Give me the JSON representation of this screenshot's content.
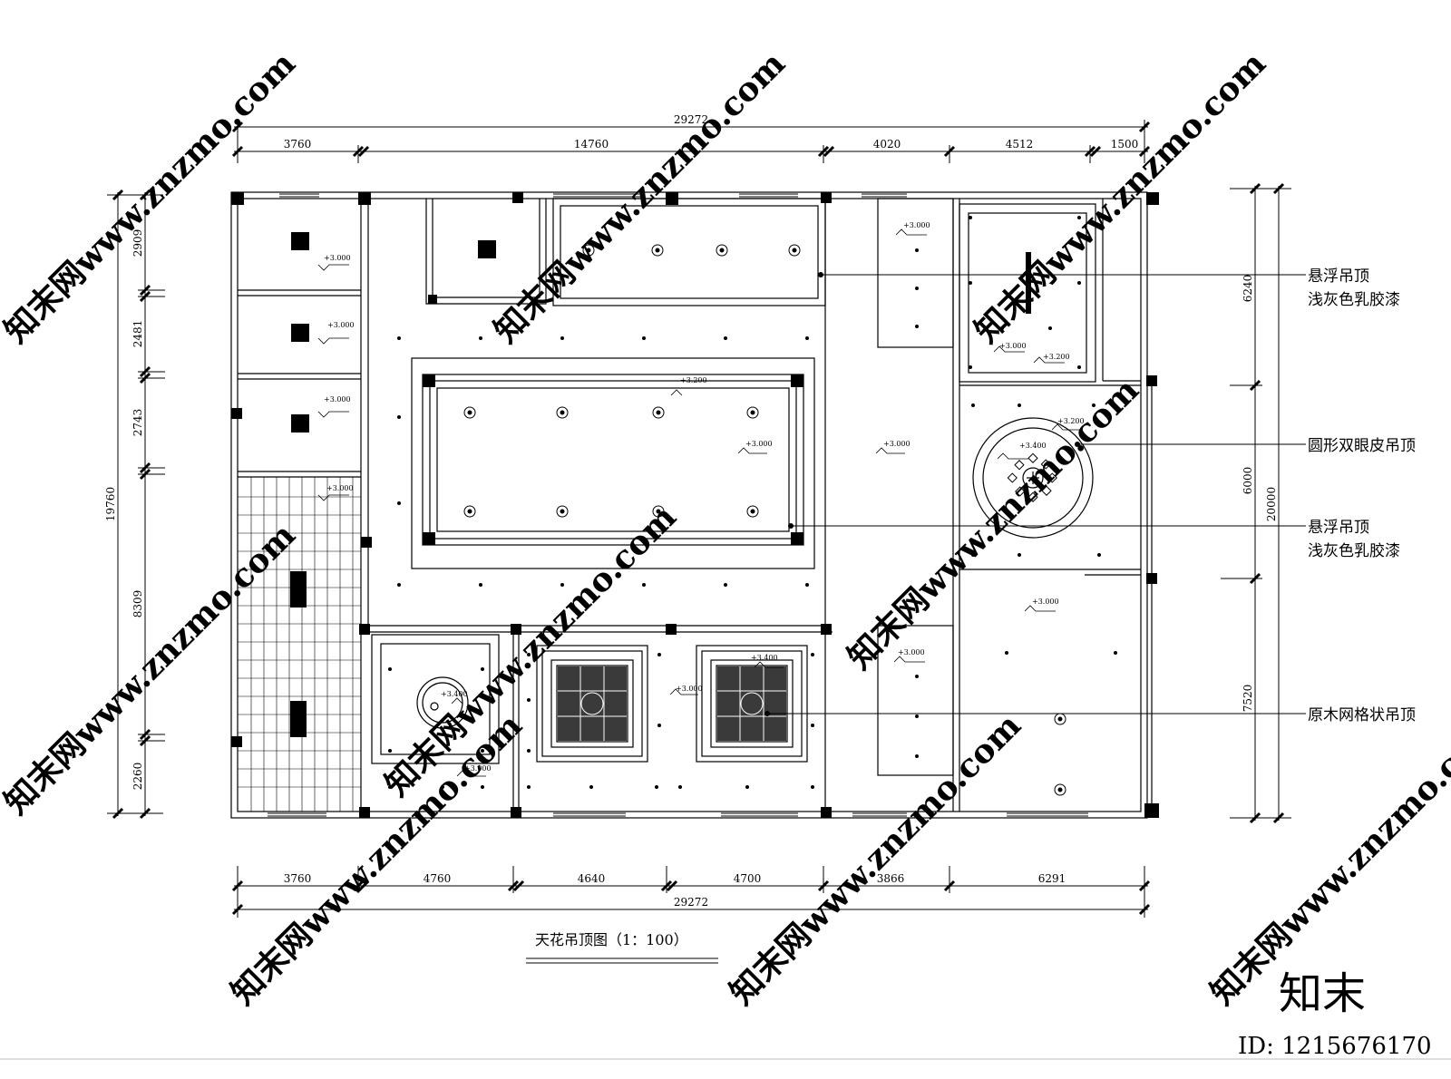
{
  "drawing": {
    "title": "天花吊顶图（1：100）",
    "top_total": "29272",
    "top_segments": [
      "3760",
      "14760",
      "4020",
      "4512",
      "1500"
    ],
    "bottom_segments": [
      "3760",
      "4760",
      "4640",
      "4700",
      "3866",
      "6291"
    ],
    "bottom_total": "29272",
    "left_total": "19760",
    "left_segments": [
      "2909",
      "2481",
      "2743",
      "8309",
      "2260"
    ],
    "right_total": "20000",
    "right_segments": [
      "6240",
      "6000",
      "7520"
    ]
  },
  "callouts": [
    {
      "line1": "悬浮吊顶",
      "line2": "浅灰色乳胶漆"
    },
    {
      "line1": "圆形双眼皮吊顶",
      "line2": ""
    },
    {
      "line1": "悬浮吊顶",
      "line2": "浅灰色乳胶漆"
    },
    {
      "line1": "原木网格状吊顶",
      "line2": ""
    }
  ],
  "elevations": {
    "e3000": "+3.000",
    "e3200": "+3.200",
    "e3400": "+3.400",
    "e3400b": "+3.400"
  },
  "watermark": {
    "site": "知末网www.znzmo.com",
    "logo": "知末",
    "id": "ID: 1215676170"
  }
}
